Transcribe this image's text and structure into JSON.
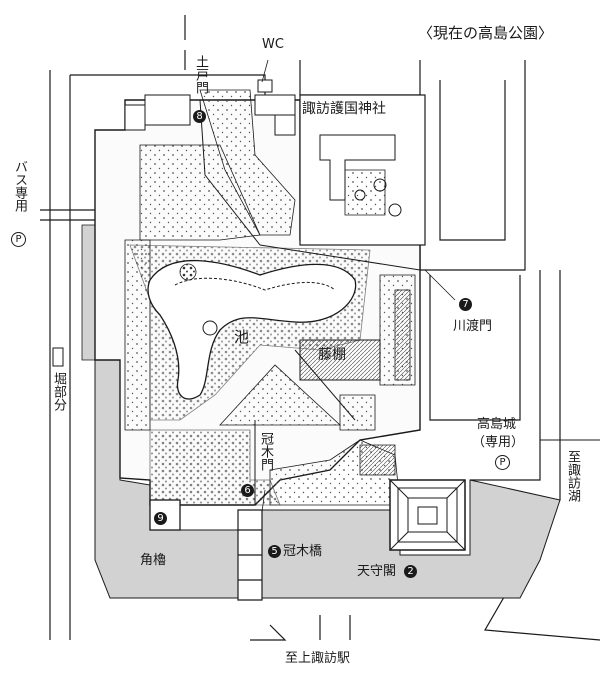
{
  "map_title": "〈現在の高島公園〉",
  "labels": {
    "wc": "WC",
    "suwa_shrine": "諏訪護国神社",
    "dodo_gate": "土戸門",
    "bus_parking": "バス専用",
    "parking_symbol": "P",
    "moat_part": "堀部分",
    "pond": "池",
    "wisteria": "藤棚",
    "kawato_gate": "川渡門",
    "takashima_parking_name": "高島城",
    "takashima_parking_note": "（専用）",
    "kabuki_gate": "冠木門",
    "kabuki_bridge": "冠木橋",
    "corner_turret": "角櫓",
    "main_keep": "天守閣",
    "to_suwa_lake": "至諏訪湖",
    "to_kamisuwa_station": "至上諏訪駅"
  },
  "markers": {
    "dodo_gate": "8",
    "kawato_gate": "7",
    "kabuki_gate": "6",
    "kabuki_bridge": "5",
    "corner_turret": "9",
    "main_keep": "2"
  },
  "colors": {
    "moat": "#d2d2d2",
    "ink": "#1a1a1a",
    "garden_dot": "#555555"
  },
  "icons": {
    "marker": "filled-circle-number-icon",
    "parking": "circled-p-icon",
    "tree": "stipple-tree-icon",
    "stone": "garden-stone-icon"
  }
}
